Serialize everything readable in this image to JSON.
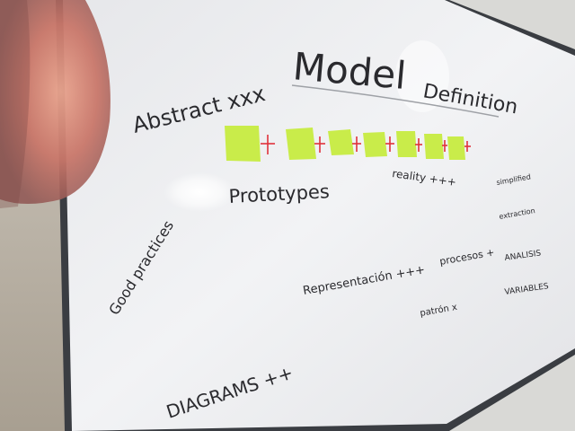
{
  "board": {
    "title_model": "Model",
    "title_definition": "Definition",
    "abstract": "Abstract xxx",
    "reality": "reality +++",
    "prototypes": "Prototypes",
    "good_practices": "Good practices",
    "representacion": "Representación +++",
    "procesos": "procesos +",
    "patrones": "patrón x",
    "analisis": "ANALISIS",
    "variables": "VARIABLES",
    "diagrams": "DIAGRAMS ++",
    "simplified": "simplified",
    "extraction": "extraction"
  },
  "colors": {
    "board": "#ecedef",
    "frame": "#3a3d42",
    "sticky_note": "#c9ec4a",
    "red_marker": "#e0323b",
    "ink": "#2a2a2e"
  },
  "sticky_notes_count": 7
}
